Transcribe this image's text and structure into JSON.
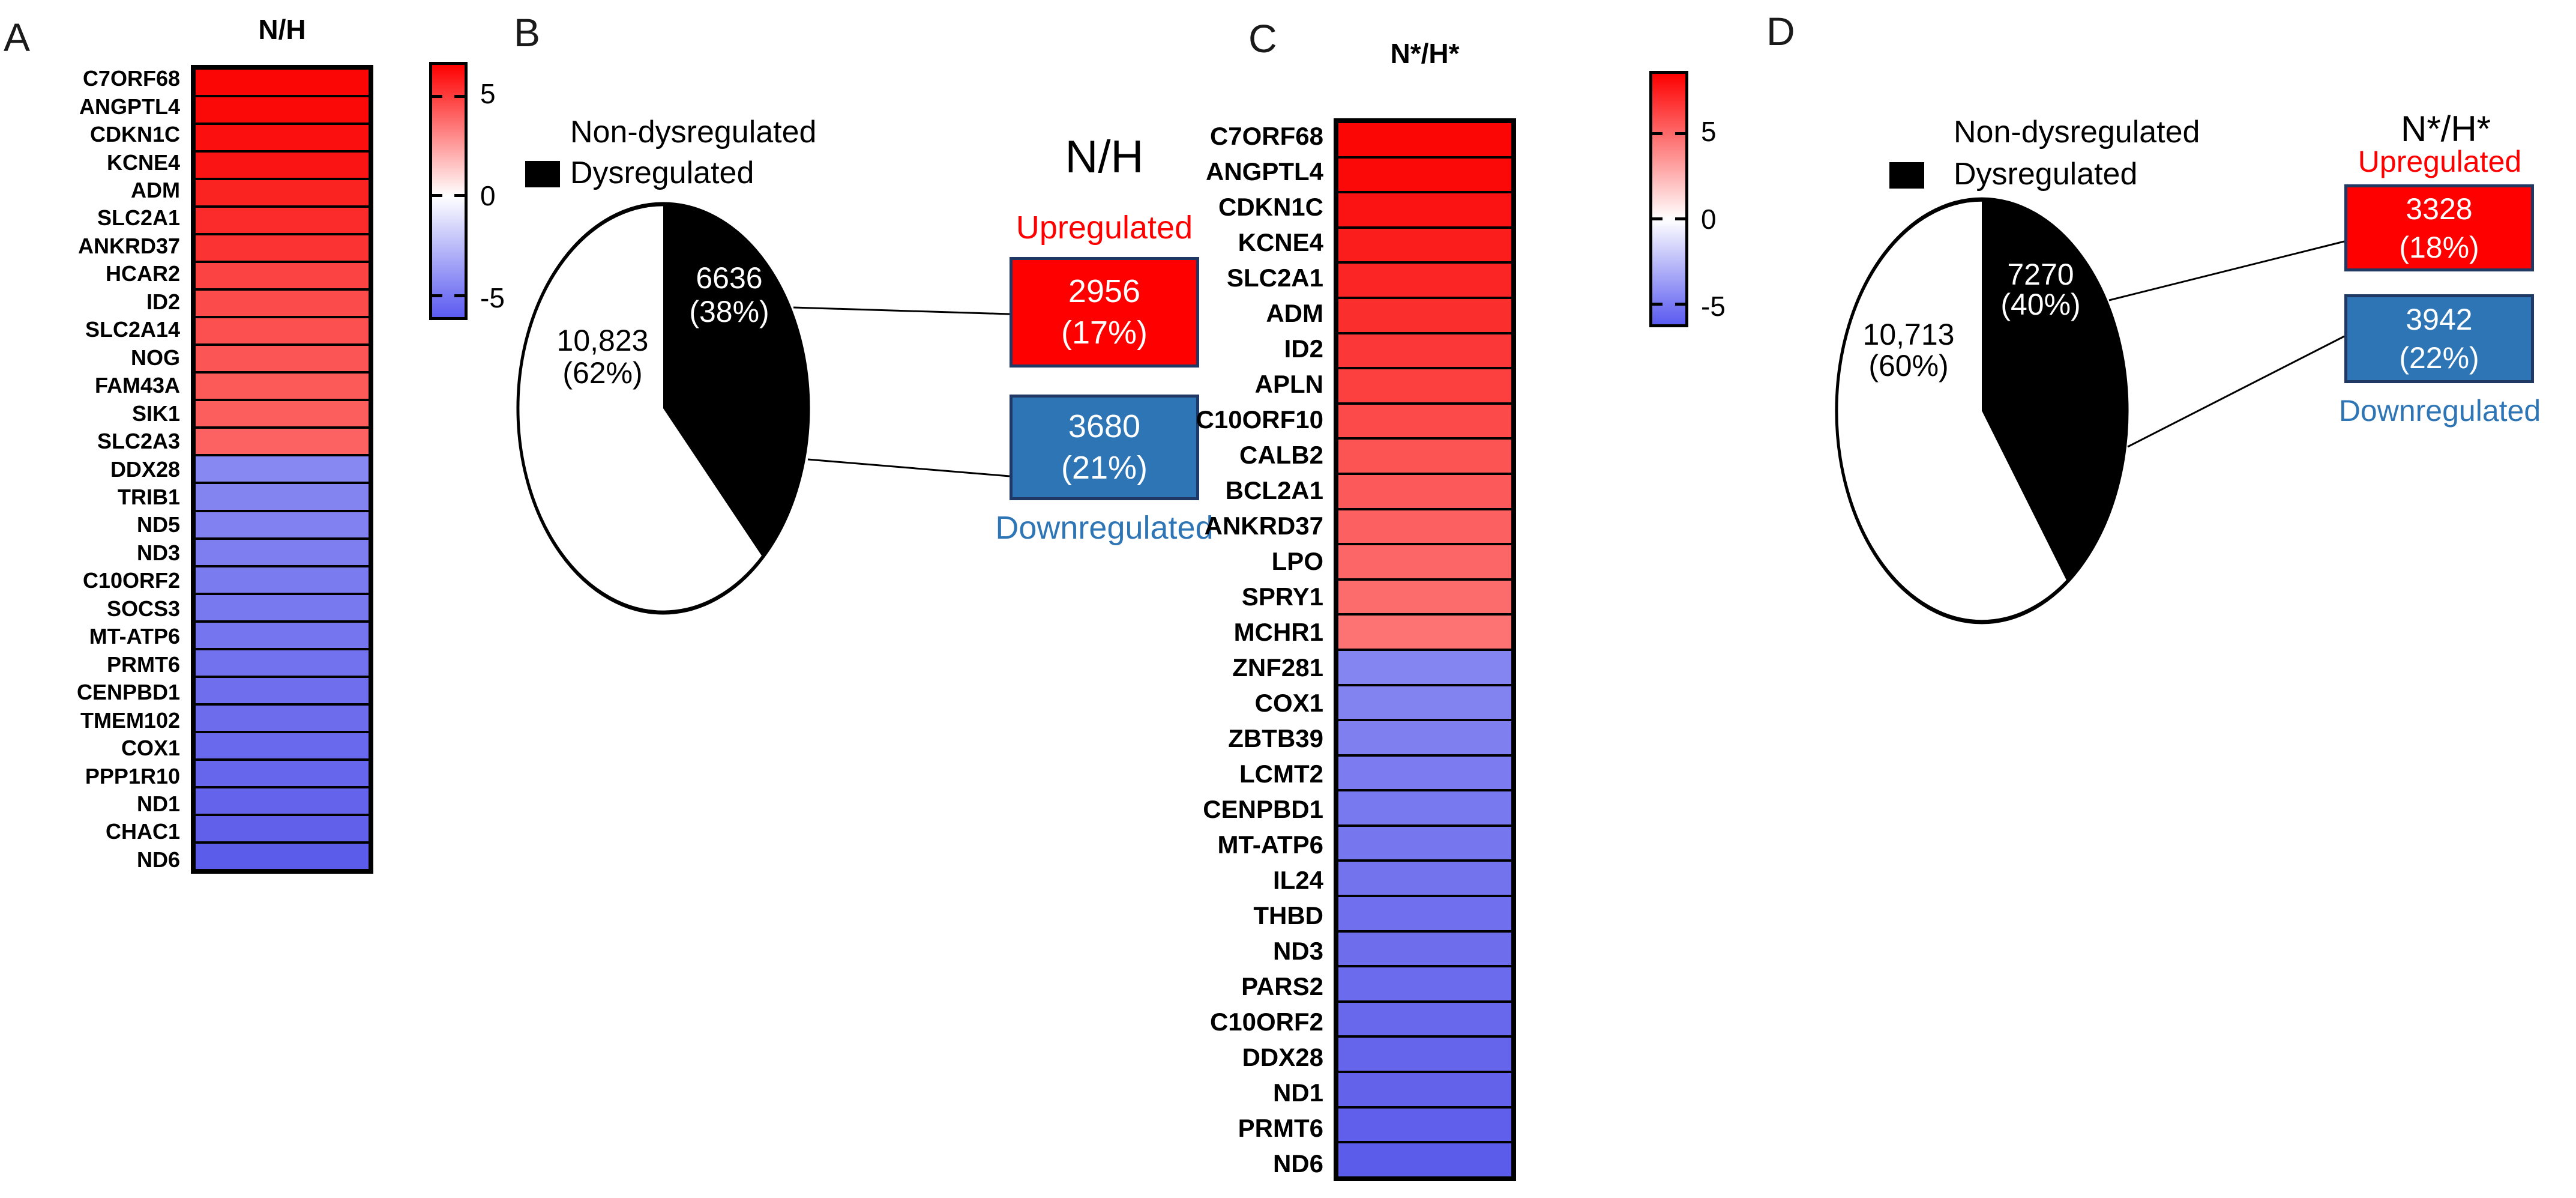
{
  "figure": {
    "panel_letters": {
      "a": "A",
      "b": "B",
      "c": "C",
      "d": "D"
    }
  },
  "chart_data": {
    "heatmap_nh": {
      "type": "heatmap",
      "title": "N/H",
      "rows": [
        {
          "gene": "C7ORF68",
          "color": "#fb0505"
        },
        {
          "gene": "ANGPTL4",
          "color": "#fb0808"
        },
        {
          "gene": "CDKN1C",
          "color": "#fb0f0f"
        },
        {
          "gene": "KCNE4",
          "color": "#fb1414"
        },
        {
          "gene": "ADM",
          "color": "#fb2222"
        },
        {
          "gene": "SLC2A1",
          "color": "#fb2b2b"
        },
        {
          "gene": "ANKRD37",
          "color": "#fb3333"
        },
        {
          "gene": "HCAR2",
          "color": "#fc4343"
        },
        {
          "gene": "ID2",
          "color": "#fc4b4b"
        },
        {
          "gene": "SLC2A14",
          "color": "#fc5050"
        },
        {
          "gene": "NOG",
          "color": "#fc5555"
        },
        {
          "gene": "FAM43A",
          "color": "#fc5959"
        },
        {
          "gene": "SIK1",
          "color": "#fc5d5d"
        },
        {
          "gene": "SLC2A3",
          "color": "#fd6262"
        },
        {
          "gene": "DDX28",
          "color": "#8888f2"
        },
        {
          "gene": "TRIB1",
          "color": "#8484f1"
        },
        {
          "gene": "ND5",
          "color": "#8181f1"
        },
        {
          "gene": "ND3",
          "color": "#7e7ef0"
        },
        {
          "gene": "C10ORF2",
          "color": "#7b7bf0"
        },
        {
          "gene": "SOCS3",
          "color": "#7878ef"
        },
        {
          "gene": "MT-ATP6",
          "color": "#7575ef"
        },
        {
          "gene": "PRMT6",
          "color": "#7272ee"
        },
        {
          "gene": "CENPBD1",
          "color": "#6f6fee"
        },
        {
          "gene": "TMEM102",
          "color": "#6c6ced"
        },
        {
          "gene": "COX1",
          "color": "#6969ed"
        },
        {
          "gene": "PPP1R10",
          "color": "#6666ec"
        },
        {
          "gene": "ND1",
          "color": "#6363ec"
        },
        {
          "gene": "CHAC1",
          "color": "#6060eb"
        },
        {
          "gene": "ND6",
          "color": "#5c5cea"
        }
      ],
      "colorbar": {
        "tick_labels": [
          "5",
          "0",
          "-5"
        ],
        "tick_values": [
          5,
          0,
          -5
        ],
        "gradient_top": "#fe0000",
        "gradient_mid": "#ffffff",
        "gradient_bottom": "#5b5bf1"
      }
    },
    "pie_nh": {
      "type": "pie",
      "title": "N/H",
      "legend": [
        {
          "label": "Non-dysregulated",
          "color": "#ffffff"
        },
        {
          "label": "Dysregulated",
          "color": "#000000"
        }
      ],
      "slices": [
        {
          "label": "Dysregulated",
          "value": 6636,
          "pct": 38,
          "value_text": "6636",
          "pct_text": "(38%)",
          "color": "#000000"
        },
        {
          "label": "Non-dysregulated",
          "value": 10823,
          "pct": 62,
          "value_text": "10,823",
          "pct_text": "(62%)",
          "color": "#ffffff"
        }
      ],
      "callouts": {
        "up": {
          "title": "Upregulated",
          "value": 2956,
          "pct": 17,
          "value_text": "2956",
          "pct_text": "(17%)",
          "color": "#ff0000"
        },
        "down": {
          "title": "Downregulated",
          "value": 3680,
          "pct": 21,
          "value_text": "3680",
          "pct_text": "(21%)",
          "color": "#2e75b6"
        }
      }
    },
    "heatmap_nstar": {
      "type": "heatmap",
      "title": "N*/H*",
      "rows": [
        {
          "gene": "C7ORF68",
          "color": "#fb0505"
        },
        {
          "gene": "ANGPTL4",
          "color": "#fb0909"
        },
        {
          "gene": "CDKN1C",
          "color": "#fb1212"
        },
        {
          "gene": "KCNE4",
          "color": "#fb1c1c"
        },
        {
          "gene": "SLC2A1",
          "color": "#fb2525"
        },
        {
          "gene": "ADM",
          "color": "#fb2e2e"
        },
        {
          "gene": "ID2",
          "color": "#fc3737"
        },
        {
          "gene": "APLN",
          "color": "#fc4040"
        },
        {
          "gene": "C10ORF10",
          "color": "#fc4949"
        },
        {
          "gene": "CALB2",
          "color": "#fc5353"
        },
        {
          "gene": "BCL2A1",
          "color": "#fc5a5a"
        },
        {
          "gene": "ANKRD37",
          "color": "#fc6060"
        },
        {
          "gene": "LPO",
          "color": "#fd6666"
        },
        {
          "gene": "SPRY1",
          "color": "#fd6c6c"
        },
        {
          "gene": "MCHR1",
          "color": "#fd7272"
        },
        {
          "gene": "ZNF281",
          "color": "#8585f1"
        },
        {
          "gene": "COX1",
          "color": "#8282f1"
        },
        {
          "gene": "ZBTB39",
          "color": "#7f7ff0"
        },
        {
          "gene": "LCMT2",
          "color": "#7c7cf0"
        },
        {
          "gene": "CENPBD1",
          "color": "#7979ef"
        },
        {
          "gene": "MT-ATP6",
          "color": "#7676ef"
        },
        {
          "gene": "IL24",
          "color": "#7373ee"
        },
        {
          "gene": "THBD",
          "color": "#7070ee"
        },
        {
          "gene": "ND3",
          "color": "#6e6eed"
        },
        {
          "gene": "PARS2",
          "color": "#6b6bed"
        },
        {
          "gene": "C10ORF2",
          "color": "#6868ec"
        },
        {
          "gene": "DDX28",
          "color": "#6565ec"
        },
        {
          "gene": "ND1",
          "color": "#6262eb"
        },
        {
          "gene": "PRMT6",
          "color": "#5f5feb"
        },
        {
          "gene": "ND6",
          "color": "#5c5cea"
        }
      ],
      "colorbar": {
        "tick_labels": [
          "5",
          "0",
          "-5"
        ],
        "tick_values": [
          5,
          0,
          -5
        ],
        "gradient_top": "#fe0000",
        "gradient_mid": "#ffffff",
        "gradient_bottom": "#5b5bf1"
      }
    },
    "pie_nstar": {
      "type": "pie",
      "title": "N*/H*",
      "legend": [
        {
          "label": "Non-dysregulated",
          "color": "#ffffff"
        },
        {
          "label": "Dysregulated",
          "color": "#000000"
        }
      ],
      "slices": [
        {
          "label": "Dysregulated",
          "value": 7270,
          "pct": 40,
          "value_text": "7270",
          "pct_text": "(40%)",
          "color": "#000000"
        },
        {
          "label": "Non-dysregulated",
          "value": 10713,
          "pct": 60,
          "value_text": "10,713",
          "pct_text": "(60%)",
          "color": "#ffffff"
        }
      ],
      "callouts": {
        "up": {
          "title": "Upregulated",
          "value": 3328,
          "pct": 18,
          "value_text": "3328",
          "pct_text": "(18%)",
          "color": "#ff0000"
        },
        "down": {
          "title": "Downregulated",
          "value": 3942,
          "pct": 22,
          "value_text": "3942",
          "pct_text": "(22%)",
          "color": "#2e75b6"
        }
      }
    },
    "colors": {
      "upregulated_red": "#ff0000",
      "downregulated_blue": "#2e75b6",
      "callout_border_navy": "#1f3864",
      "dysregulated_black": "#000000",
      "non_dysregulated_white": "#ffffff"
    }
  }
}
